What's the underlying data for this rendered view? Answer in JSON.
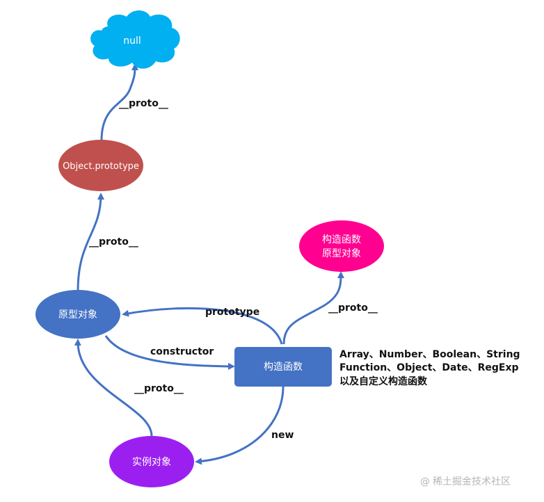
{
  "nodes": {
    "null": {
      "label": "null",
      "color": "#00b0f0"
    },
    "object_prototype": {
      "label": "Object.prototype",
      "color": "#c0504d"
    },
    "prototype_object": {
      "label": "原型对象",
      "color": "#4472c4"
    },
    "constructor_prototype": {
      "line1": "构造函数",
      "line2": "原型对象",
      "color": "#ff0090"
    },
    "constructor": {
      "label": "构造函数",
      "color": "#4472c4"
    },
    "instance": {
      "label": "实例对象",
      "color": "#9b20f0"
    }
  },
  "edges": {
    "proto_to_null": "__proto__",
    "proto_to_object_prototype": "__proto__",
    "prototype": "prototype",
    "constructor": "constructor",
    "proto_to_constructor_prototype": "__proto__",
    "instance_proto": "__proto__",
    "new": "new"
  },
  "note": {
    "line1": "Array、Number、Boolean、String",
    "line2": "Function、Object、Date、RegExp",
    "line3": "以及自定义构造函数"
  },
  "watermark": {
    "at": "@",
    "text": "稀土掘金技术社区"
  },
  "colors": {
    "edge": "#4472c4"
  }
}
